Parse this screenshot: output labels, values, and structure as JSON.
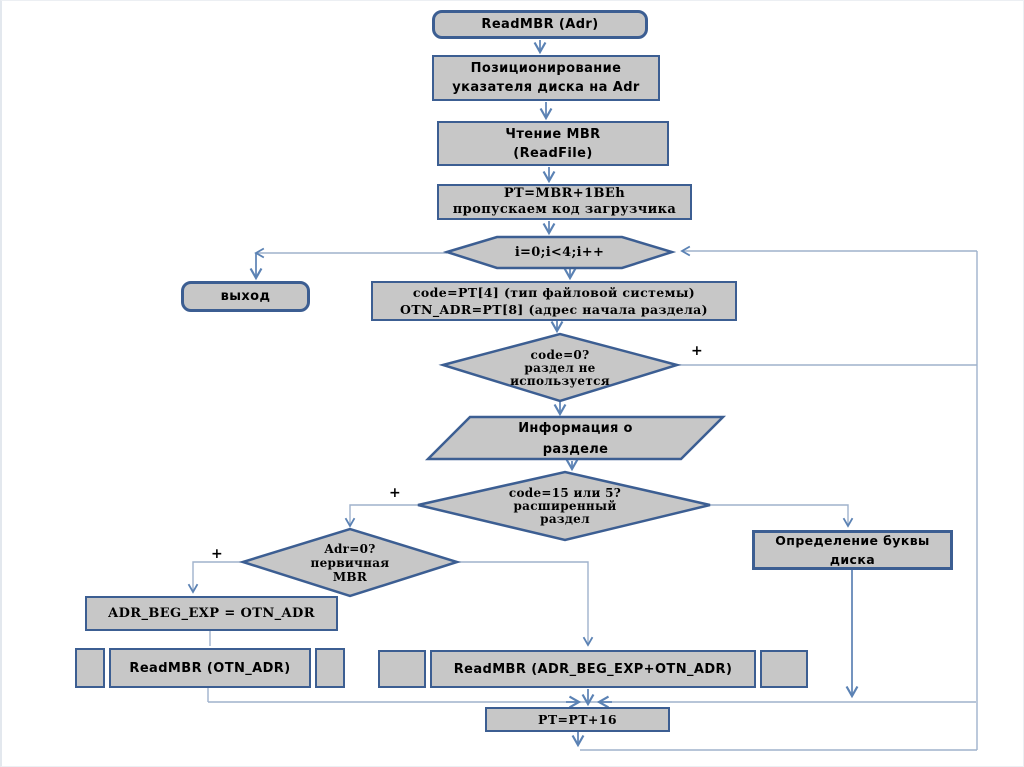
{
  "diagram": {
    "title": "ReadMBR (Adr) flowchart",
    "nodes": {
      "start": {
        "label": "ReadMBR (Adr)"
      },
      "position_ptr": {
        "label": "Позиционирование\nуказателя диска на Adr"
      },
      "read_mbr": {
        "label": "Чтение MBR\n(ReadFile)"
      },
      "pt_offset": {
        "label": "PT=MBR+1BEh\nпропускаем код загрузчика"
      },
      "loop": {
        "label": "i=0;i<4;i++"
      },
      "exit": {
        "label": "выход"
      },
      "read_entry": {
        "label": "code=PT[4] (тип файловой системы)\nOTN_ADR=PT[8] (адрес начала раздела)"
      },
      "code_zero": {
        "label": "code=0?\nраздел не\nиспользуется"
      },
      "partition_info": {
        "label": "Информация о\nразделе"
      },
      "code_extended": {
        "label": "code=15 или 5?\nрасширенный\nраздел"
      },
      "adr_zero": {
        "label": "Adr=0?\nпервичная\nMBR"
      },
      "adr_beg_exp": {
        "label": "ADR_BEG_EXP =  OTN_ADR"
      },
      "read_mbr_otn": {
        "label": "ReadMBR (OTN_ADR)"
      },
      "read_mbr_ext": {
        "label": "ReadMBR (ADR_BEG_EXP+OTN_ADR)"
      },
      "drive_letter": {
        "label": "Определение буквы\nдиска"
      },
      "pt_next": {
        "label": "PT=PT+16"
      }
    },
    "branch_labels": {
      "code_zero_yes": "+",
      "code_extended_yes": "+",
      "adr_zero_yes": "+"
    },
    "colors": {
      "node_fill": "#c7c7c7",
      "node_border": "#3c5e92",
      "arrow": "#5b82b4",
      "line_light": "#9fb2cc",
      "text": "#000000"
    }
  }
}
